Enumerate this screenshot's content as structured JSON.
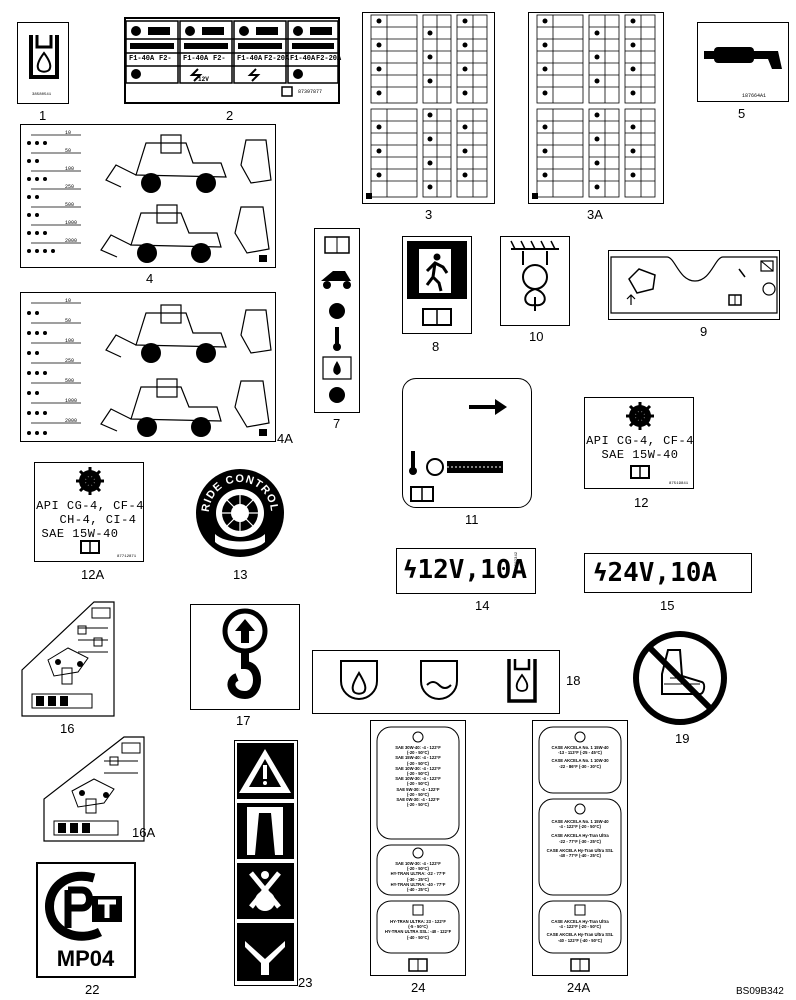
{
  "figure_code": "BS09B342",
  "callouts": [
    "1",
    "2",
    "3",
    "3A",
    "4",
    "4A",
    "5",
    "7",
    "8",
    "9",
    "10",
    "11",
    "12",
    "12A",
    "13",
    "14",
    "15",
    "16",
    "16A",
    "17",
    "18",
    "19",
    "22",
    "23",
    "24",
    "24A"
  ],
  "decal_1": {
    "part_number": "38580541"
  },
  "decal_2": {
    "part_number": "87397877",
    "col1_label": "F1-40A",
    "col1_label_b": "F2-",
    "col2_label": "F1-40A",
    "col2_label_b": "F2-",
    "col3_label": "F1-40A",
    "col3_label_b": "F2-20A",
    "col4_label": "F1-40A",
    "col4_label_b": "F2-20A",
    "voltage": "12V"
  },
  "decal_4": {
    "intervals": [
      "10",
      "50",
      "100",
      "250",
      "500",
      "1000",
      "2000"
    ]
  },
  "decal_4A": {
    "intervals": [
      "10",
      "50",
      "100",
      "250",
      "500",
      "1000",
      "2000"
    ]
  },
  "decal_5": {
    "part_number": "187664A1"
  },
  "decal_12": {
    "lines": [
      "API CG-4, CF-4",
      "SAE 15W-40"
    ],
    "part_number": "87519841"
  },
  "decal_12A": {
    "lines": [
      "API CG-4, CF-4",
      "CH-4, CI-4",
      "SAE 15W-40"
    ],
    "part_number": "87712871"
  },
  "decal_13": {
    "text": "RIDE CONTROL"
  },
  "decal_14": {
    "text": "12V,10A",
    "part_number": "36582342"
  },
  "decal_15": {
    "text": "24V,10A"
  },
  "decal_22": {
    "text": "MP04"
  },
  "decal_24": {
    "lines": [
      "SAE 30W-40: -4 - 122°F",
      "(-20 - 50°C)",
      "SAE 15W-40: -4 - 122°F",
      "(-20 - 50°C)",
      "SAE 10W-30: -4 - 122°F",
      "(-20 - 50°C)",
      "SAE 10W-30: -4 - 122°F",
      "(-20 - 50°C)",
      "SAE 5W-30: -4 - 122°F",
      "(-20 - 50°C)",
      "SAE 0W-30: -4 - 122°F",
      "(-20 - 50°C)",
      "SAE 10W-30: -4 - 122°F",
      "(-20 - 50°C)",
      "HY-TRAN ULTRA: -22 - 77°F",
      "(-30 - 25°C)",
      "HY-TRAN ULTRA: -40 - 77°F",
      "(-40 - 25°C)",
      "HY-TRAN ULTRA: 23 - 122°F",
      "(-5 - 50°C)",
      "HY-TRAN ULTRA SSL: -40 - 122°F",
      "(-40 - 50°C)"
    ]
  },
  "decal_24A": {
    "lines": [
      "CASE AKCELA No. 1 15W-40",
      "-13 - 113°F (-25 - 45°C)",
      "CASE AKCELA No. 1 10W-30",
      "-22 - 86°F (-30 - 30°C)",
      "CASE AKCELA No. 1 15W-40",
      "-4 - 122°F (-20 - 50°C)",
      "CASE AKCELA Hy-Tran Ultra",
      "-22 - 77°F (-30 - 25°C)",
      "CASE AKCELA Hy-Tran Ultra SSL",
      "-40 - 77°F (-40 - 25°C)",
      "CASE AKCELA Hy-Tran Ultra",
      "-4 - 122°F (-20 - 50°C)",
      "CASE AKCELA Hy-Tran Ultra SSL",
      "-40 - 122°F (-40 - 50°C)"
    ]
  }
}
